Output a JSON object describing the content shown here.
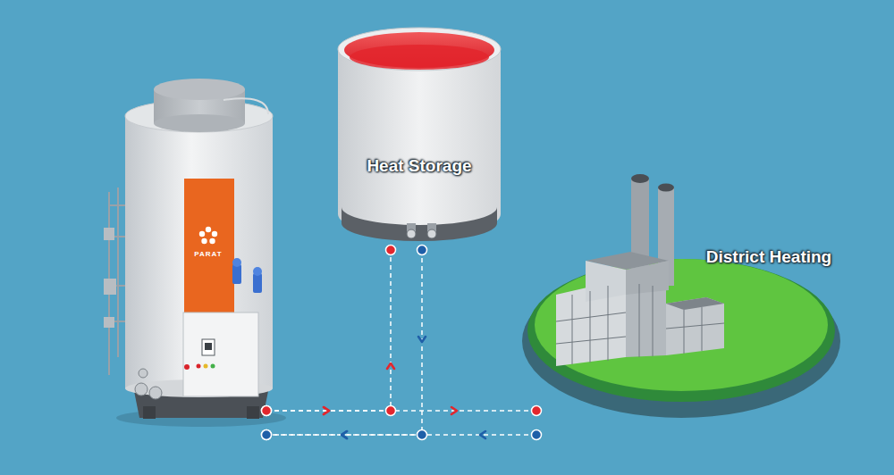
{
  "diagram": {
    "nodes": [
      {
        "text": [
          "PARAT"
        ]
      },
      {
        "text": [
          "Heat Storage"
        ]
      },
      {
        "text": [
          "District Heating"
        ]
      }
    ],
    "edges": [
      {
        "from": 0,
        "to": 1,
        "arrow": "to"
      },
      {
        "from": 0,
        "to": 2,
        "arrow": "to"
      },
      {
        "from": 2,
        "to": 0,
        "arrow": "to"
      },
      {
        "from": 1,
        "to": 0,
        "arrow": "to"
      }
    ]
  }
}
